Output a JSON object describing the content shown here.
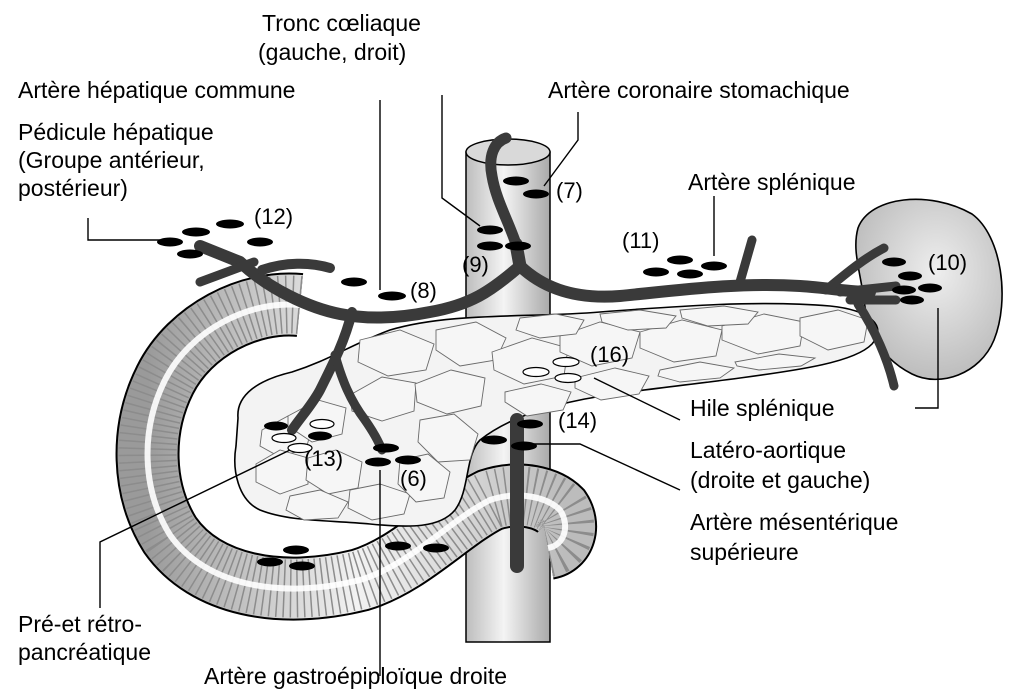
{
  "labels": {
    "tronc_coeliaque_line1": "Tronc cœliaque",
    "tronc_coeliaque_line2": "(gauche, droit)",
    "artere_hepatique_commune": "Artère hépatique commune",
    "artere_coronaire_stomachique": "Artère coronaire stomachique",
    "pedicule_line1": "Pédicule hépatique",
    "pedicule_line2": "(Groupe antérieur,",
    "pedicule_line3": "postérieur)",
    "artere_splenique": "Artère splénique",
    "hile_splenique": "Hile splénique",
    "latero_aortique_line1": "Latéro-aortique",
    "latero_aortique_line2": "(droite et gauche)",
    "mesenterique_line1": "Artère mésentérique",
    "mesenterique_line2": "supérieure",
    "pre_retro_line1": "Pré-et rétro-",
    "pre_retro_line2": "pancréatique",
    "gastroepiploique": "Artère gastroépiploïque droite"
  },
  "numbers": {
    "n7": "(7)",
    "n8": "(8)",
    "n9": "(9)",
    "n10": "(10)",
    "n11": "(11)",
    "n12": "(12)",
    "n13": "(13)",
    "n14": "(14)",
    "n16": "(16)",
    "n6": "(6)"
  },
  "colors": {
    "artery": "#3a3a3a",
    "node": "#000000",
    "organ_fill": "#e6e6e6"
  }
}
